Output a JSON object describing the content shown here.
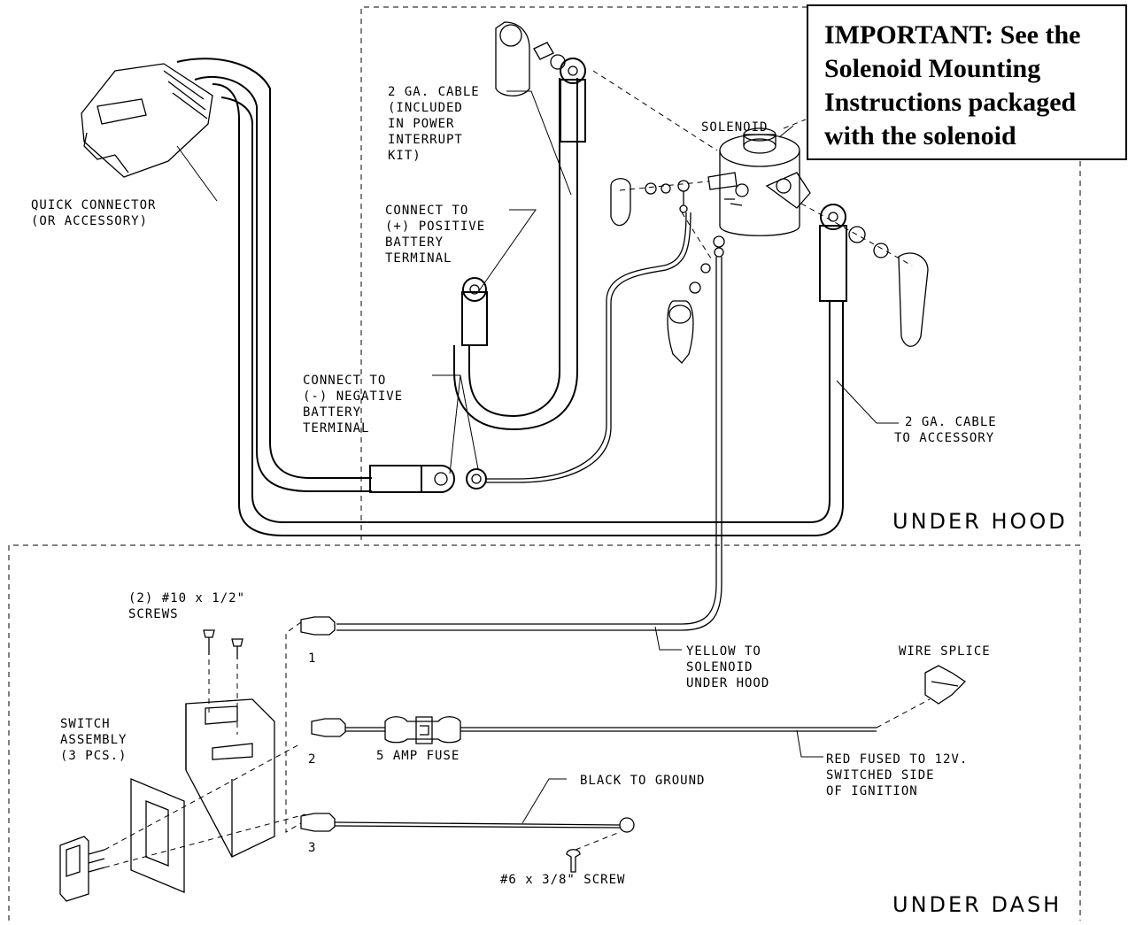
{
  "important_note": "IMPORTANT: See the Solenoid Mounting Instructions packaged with the solenoid",
  "zones": {
    "under_hood": "UNDER HOOD",
    "under_dash": "UNDER DASH"
  },
  "callouts": {
    "quick_connector": [
      "QUICK CONNECTOR",
      "(OR ACCESSORY)"
    ],
    "cable_included": [
      "2 GA. CABLE",
      "(INCLUDED",
      "IN POWER",
      "INTERRUPT",
      "KIT)"
    ],
    "solenoid": "SOLENOID",
    "connect_positive": [
      "CONNECT TO",
      "(+) POSITIVE",
      "BATTERY",
      "TERMINAL"
    ],
    "connect_negative": [
      "CONNECT TO",
      "(-) NEGATIVE",
      "BATTERY",
      "TERMINAL"
    ],
    "cable_accessory": [
      "2 GA. CABLE",
      "TO ACCESSORY"
    ],
    "screws": [
      "(2) #10 x 1/2\"",
      "SCREWS"
    ],
    "switch_assembly": [
      "SWITCH",
      "ASSEMBLY",
      "(3 PCS.)"
    ],
    "yellow": [
      "YELLOW TO",
      "SOLENOID",
      "UNDER HOOD"
    ],
    "wire_splice": "WIRE SPLICE",
    "fuse": "5 AMP FUSE",
    "red": [
      "RED FUSED TO 12V.",
      "SWITCHED SIDE",
      "OF IGNITION"
    ],
    "black": "BLACK TO GROUND",
    "screw6": "#6 x 3/8\" SCREW"
  },
  "terminal_numbers": [
    "1",
    "2",
    "3"
  ]
}
